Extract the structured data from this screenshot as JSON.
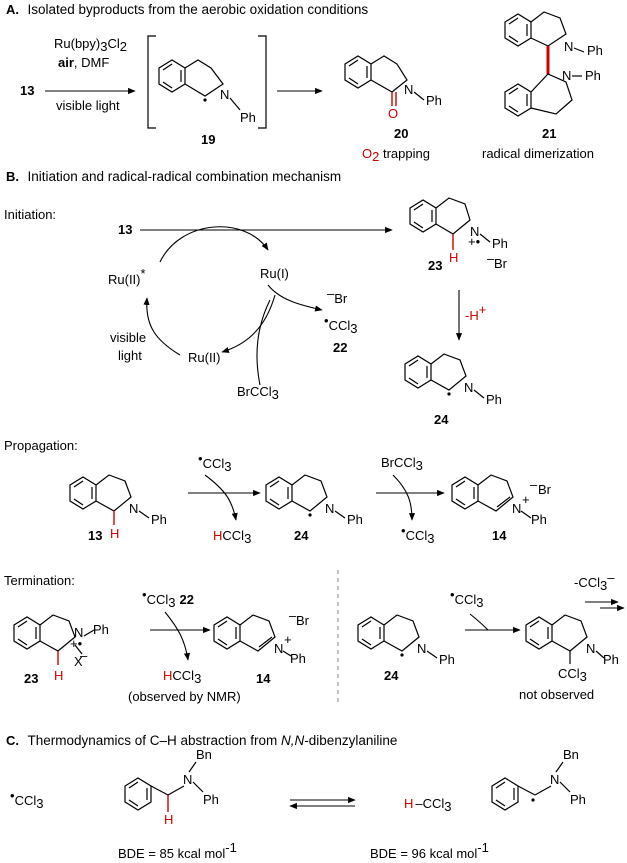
{
  "section_a": {
    "title_letter": "A.",
    "title_text": "Isolated byproducts from the aerobic oxidation conditions",
    "reactant": "13",
    "cond_catalyst": "Ru(bpy)",
    "cond_catalyst_sub1": "3",
    "cond_catalyst_cl": "Cl",
    "cond_catalyst_sub2": "2",
    "cond_air": "air",
    "cond_dmf": ", DMF",
    "cond_light": "visible light",
    "intermediate_label": "19",
    "prod20_label": "20",
    "prod20_note_o": "O",
    "prod20_note_sub": "2",
    "prod20_note_rest": " trapping",
    "prod21_label": "21",
    "prod21_note": "radical dimerization",
    "ph": "Ph",
    "n": "N",
    "o": "O"
  },
  "section_b": {
    "title_letter": "B.",
    "title_text": "Initiation and radical-radical combination mechanism",
    "initiation_label": "Initiation:",
    "reactant": "13",
    "ru2_star": "Ru(II)",
    "ru1": "Ru(I)",
    "ru2": "Ru(II)",
    "visible": "visible",
    "light": "light",
    "br_minus": "Br",
    "ccl3": "CCl",
    "ccl3_sub": "3",
    "label22": "22",
    "brccl3": "BrCCl",
    "label23": "23",
    "h_loss": "-H",
    "label24": "24",
    "propagation_label": "Propagation:",
    "hccl3_h": "H",
    "hccl3_rest": "CCl",
    "label13": "13",
    "label14": "14",
    "termination_label": "Termination:",
    "x": "X",
    "nmr_note": "(observed by NMR)",
    "not_observed": "not observed",
    "minus_ccl3": "-CCl"
  },
  "section_c": {
    "title_letter": "C.",
    "title_text_pre": "Thermodynamics of C–H abstraction from ",
    "title_text_italic": "N,N",
    "title_text_post": "-dibenzylaniline",
    "bn": "Bn",
    "bde_left": "BDE = 85 kcal mol",
    "bde_right": "BDE = 96 kcal mol",
    "bde_exp": "-1"
  }
}
